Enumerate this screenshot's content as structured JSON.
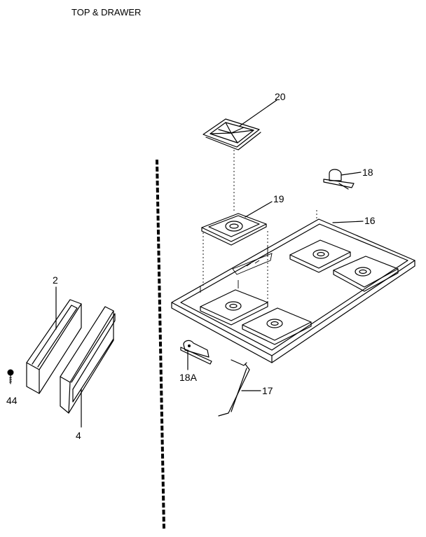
{
  "title": "TOP & DRAWER",
  "labels": {
    "p20": "20",
    "p18": "18",
    "p19": "19",
    "p16": "16",
    "p2": "2",
    "p44": "44",
    "p4": "4",
    "p18a": "18A",
    "p17": "17"
  }
}
